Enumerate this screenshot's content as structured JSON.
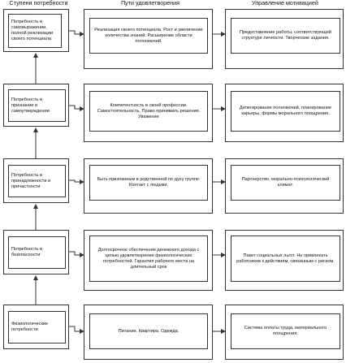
{
  "headers": {
    "col1": "Ступени потребности",
    "col2": "Пути удовлетворения",
    "col3": "Управление мотивацией"
  },
  "rows": [
    {
      "need": "Потребность в самовыражении, полной реализации своего потенциала",
      "way": "Реализация своего потенциала. Рост и увеличение количества знаний. Расширение области полномочий.",
      "management": "Предоставление работы, соответствующей структуре личности. Творческие задания."
    },
    {
      "need": "Потребность в признании и самоутверждении",
      "way": "Компетентность в своей профессии. Самостоятельность. Право принимать решения. Уважение",
      "management": "Делегирование полномочий, планирование карьеры, формы морального поощрения."
    },
    {
      "need": "Потребность в принадлежности и причастности",
      "way": "Быть признанным в родственной по духу группе. Контакт с людьми.",
      "management": "Партнерство, морально-психологический климат."
    },
    {
      "need": "Потребность в безопасности",
      "way": "Долгосрочное обеспечение денежного дохода с целью удовлетворения физиологических потребностей. Гарантия рабочего места на длительный срок",
      "management": "Пакет социальных льгот. Не привлекать работников к действиям, связанным с риском."
    },
    {
      "need": "Физиологические потребности",
      "way": "Питание. Квартира. Одежда.",
      "management": "Система оплаты труда, материального поощрения."
    }
  ]
}
